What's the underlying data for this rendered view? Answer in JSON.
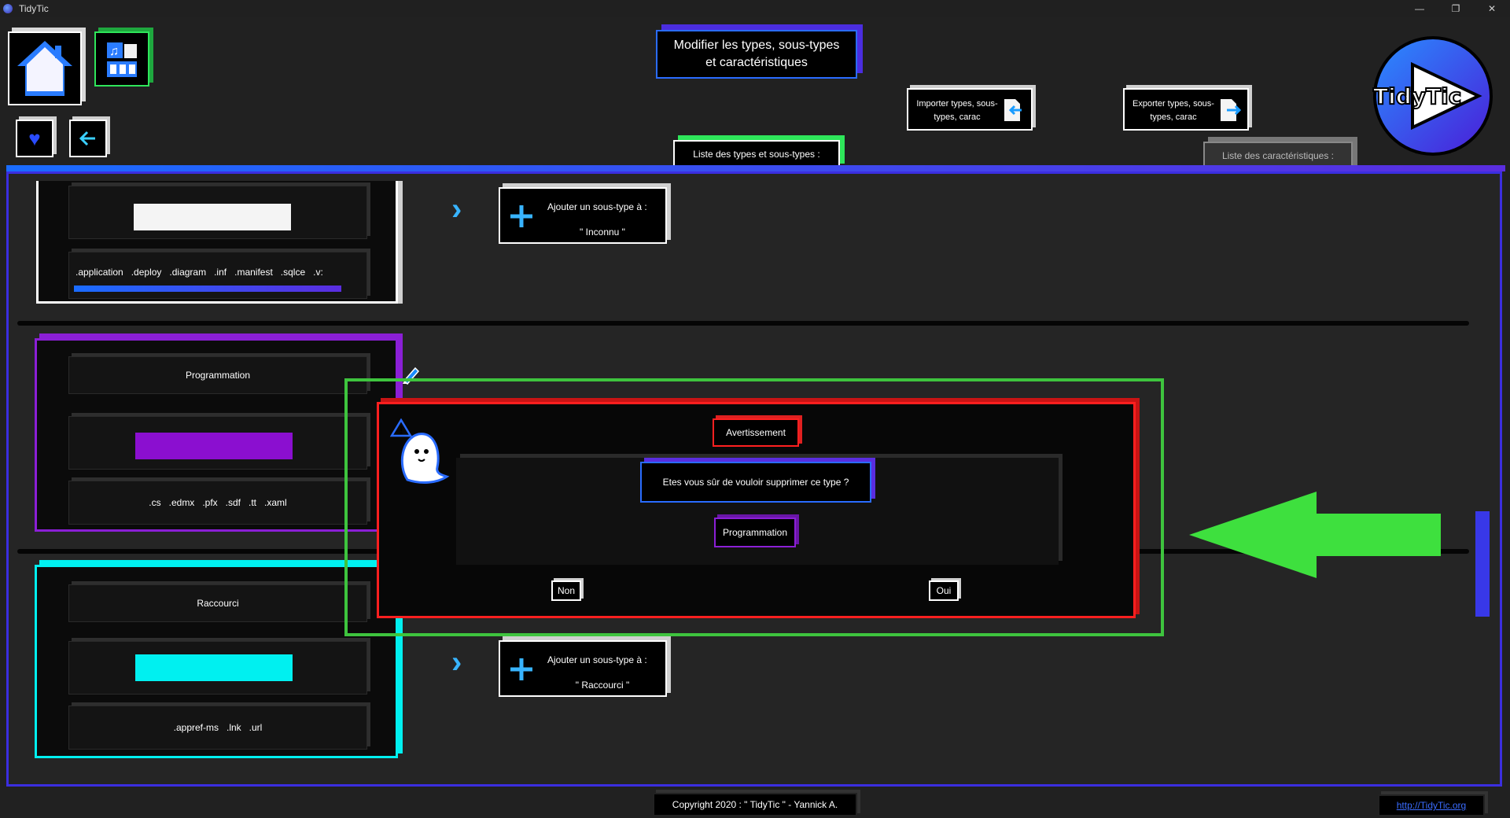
{
  "window": {
    "title": "TidyTic",
    "controls": [
      "—",
      "❐",
      "✕"
    ]
  },
  "header": {
    "page_title": "Modifier les types, sous-types et caractéristiques",
    "import_button": "Importer types, sous-types, carac",
    "export_button": "Exporter types, sous-types, carac",
    "tab_types": "Liste des types et sous-types :",
    "tab_carac": "Liste des caractéristiques :",
    "logo_text": "TidyTic"
  },
  "nav": {
    "home_icon": "home-icon",
    "media_icon": "media-settings-icon",
    "favorite_icon": "heart-icon",
    "back_icon": "back-arrow-icon"
  },
  "types": [
    {
      "name": "",
      "color": "#f4f4f4",
      "extensions": ".application   .deploy   .diagram   .inf   .manifest   .sqlce   .v:",
      "border": "#ffffff"
    },
    {
      "name": "Programmation",
      "color": "#8b0fd0",
      "extensions": ".cs   .edmx   .pfx   .sdf   .tt   .xaml",
      "border": "#8b1fd6"
    },
    {
      "name": "Raccourci",
      "color": "#00f0f0",
      "extensions": ".appref-ms   .lnk   .url",
      "border": "#00f0f0"
    }
  ],
  "add_subtype": [
    {
      "label": "Ajouter un sous-type à :",
      "target": "\" Inconnu \""
    },
    {
      "label": "Ajouter un sous-type à :",
      "target": "\" Raccourci \""
    }
  ],
  "dialog": {
    "title": "Avertissement",
    "message": "Etes vous sûr de vouloir supprimer ce type ?",
    "type_name": "Programmation",
    "no_button": "Non",
    "yes_button": "Oui"
  },
  "footer": {
    "copyright": "Copyright 2020 : \" TidyTic \" - Yannick A.",
    "link": "http://TidyTic.org"
  },
  "colors": {
    "accent_blue": "#2a6cff",
    "accent_purple": "#5a2de0",
    "warning_red": "#ff1f1f",
    "highlight_green": "#3ec43e"
  }
}
